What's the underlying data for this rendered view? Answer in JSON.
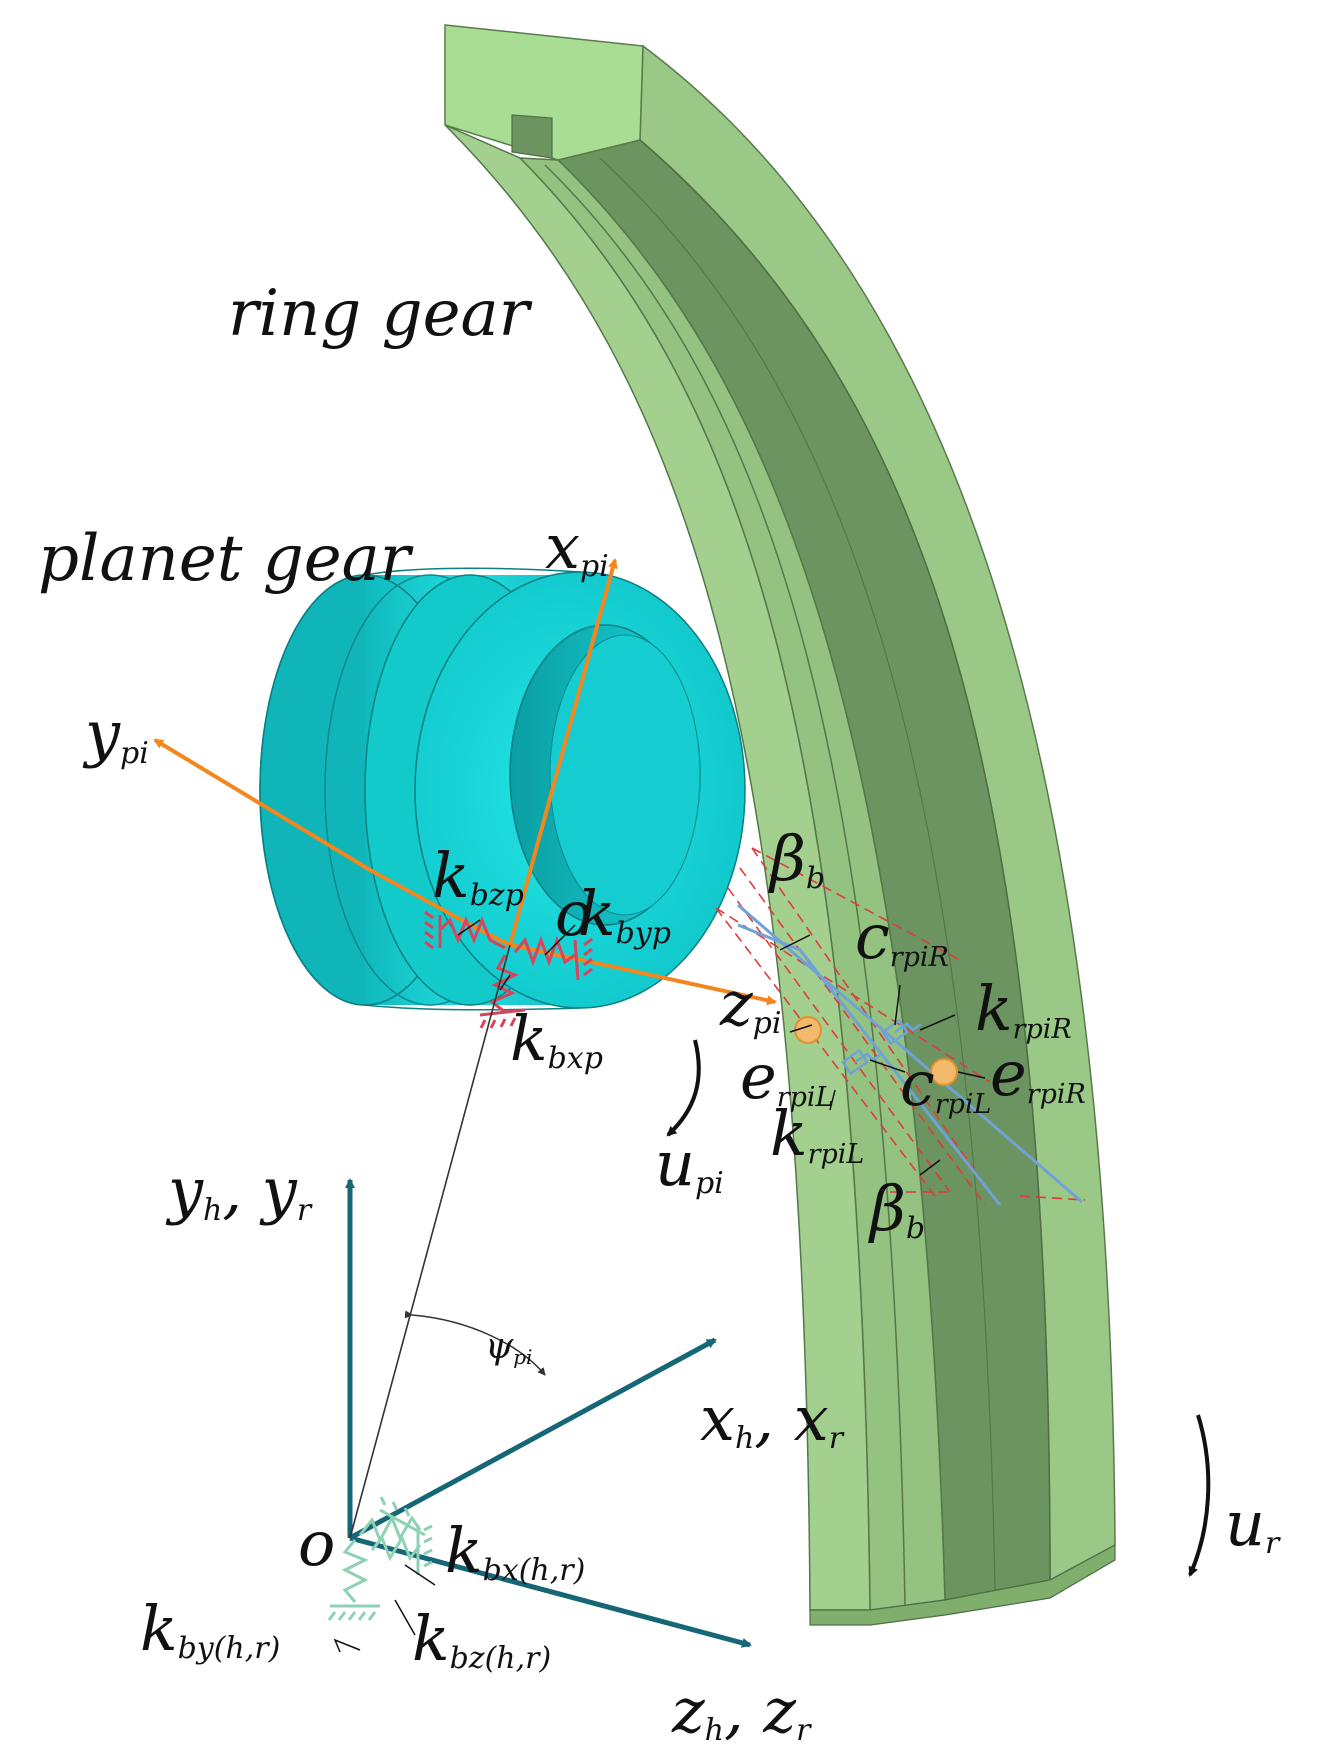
{
  "title": {
    "ring_gear": "ring gear",
    "planet_gear": "planet gear"
  },
  "colors": {
    "ring_gear": "#9bc885",
    "planet_gear": "#17d6d8",
    "orange_axis": "#f2861f",
    "teal_axis": "#156677",
    "spring_red": "#d9435c",
    "spring_green": "#8ed2b4",
    "mesh_blue": "#6fa3d6",
    "dashed_red": "#e23b3b",
    "node_orange": "#f2b86b"
  },
  "labels": {
    "x_pi": {
      "main": "x",
      "sub": "pi"
    },
    "y_pi": {
      "main": "y",
      "sub": "pi"
    },
    "z_pi": {
      "main": "z",
      "sub": "pi"
    },
    "u_pi": {
      "main": "u",
      "sub": "pi"
    },
    "u_r": {
      "main": "u",
      "sub": "r"
    },
    "o_planet": "o",
    "o_carrier": "o",
    "k_bzp": {
      "main": "k",
      "sub": "bzp"
    },
    "k_byp": {
      "main": "k",
      "sub": "byp"
    },
    "k_bxp": {
      "main": "k",
      "sub": "bxp"
    },
    "beta_b_top": {
      "main": "β",
      "sub": "b"
    },
    "beta_b_bottom": {
      "main": "β",
      "sub": "b"
    },
    "c_rpiR": {
      "main": "c",
      "sub": "rpiR"
    },
    "k_rpiR": {
      "main": "k",
      "sub": "rpiR"
    },
    "e_rpiR": {
      "main": "e",
      "sub": "rpiR"
    },
    "e_rpiL": {
      "main": "e",
      "sub": "rpiL"
    },
    "c_rpiL": {
      "main": "c",
      "sub": "rpiL"
    },
    "k_rpiL": {
      "main": "k",
      "sub": "rpiL"
    },
    "yh_yr": {
      "a": "y",
      "a_sub": "h",
      "sep": ", ",
      "b": "y",
      "b_sub": "r"
    },
    "xh_xr": {
      "a": "x",
      "a_sub": "h",
      "sep": ", ",
      "b": "x",
      "b_sub": "r"
    },
    "zh_zr": {
      "a": "z",
      "a_sub": "h",
      "sep": ", ",
      "b": "z",
      "b_sub": "r"
    },
    "psi_pi": {
      "main": "ψ",
      "sub": "pi"
    },
    "k_bx_hr": {
      "main": "k",
      "sub": "bx(h,r)"
    },
    "k_by_hr": {
      "main": "k",
      "sub": "by(h,r)"
    },
    "k_bz_hr": {
      "main": "k",
      "sub": "bz(h,r)"
    }
  }
}
